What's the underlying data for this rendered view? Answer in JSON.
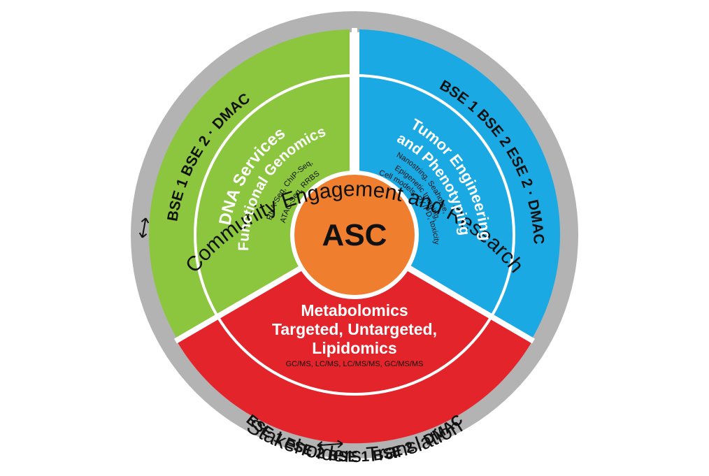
{
  "colors": {
    "ring": "#b3b3b3",
    "green": "#8cc63f",
    "blue": "#1ba9e4",
    "red": "#e3242b",
    "center": "#ef7f2e",
    "black_text": "#111111",
    "white_text": "#ffffff"
  },
  "ring": {
    "community": "Community",
    "engagement": "Engagement",
    "and": "and",
    "research": "Research",
    "translation": "Translation",
    "stakeholders": "Stakeholders"
  },
  "center": {
    "label": "ASC"
  },
  "green": {
    "title": "DNA Services",
    "subtitle": "Functional Genomics",
    "detail1": "RNA-Seq, ChIP-Seq,",
    "detail2": "ATAC-Seq, RRBS",
    "outer_label": "BSE 1   BSE 2 · DMAC"
  },
  "blue": {
    "title": "Tumor Engineering",
    "subtitle": "and Phenotyping",
    "detail1": "Nanostring, Seahorse,",
    "detail2": "Epigenetic Imaging,",
    "detail3": "Cell models, PK/PD, toxicity",
    "outer_label": "BSE 1   BSE 2   ESE 2 · DMAC"
  },
  "red": {
    "title": "Metabolomics",
    "subtitle": "Targeted, Untargeted,",
    "subtitle2": "Lipidomics",
    "detail": "GC/MS, LC/MS, LC/MS/MS, GC/MS/MS",
    "outer_label": "ESE 1   ESE 2   BSE 1   BSE 2 · DMAC"
  },
  "icons": {
    "left_arrow": "double-arrow-icon",
    "bottom_arrow": "double-arrow-icon"
  }
}
